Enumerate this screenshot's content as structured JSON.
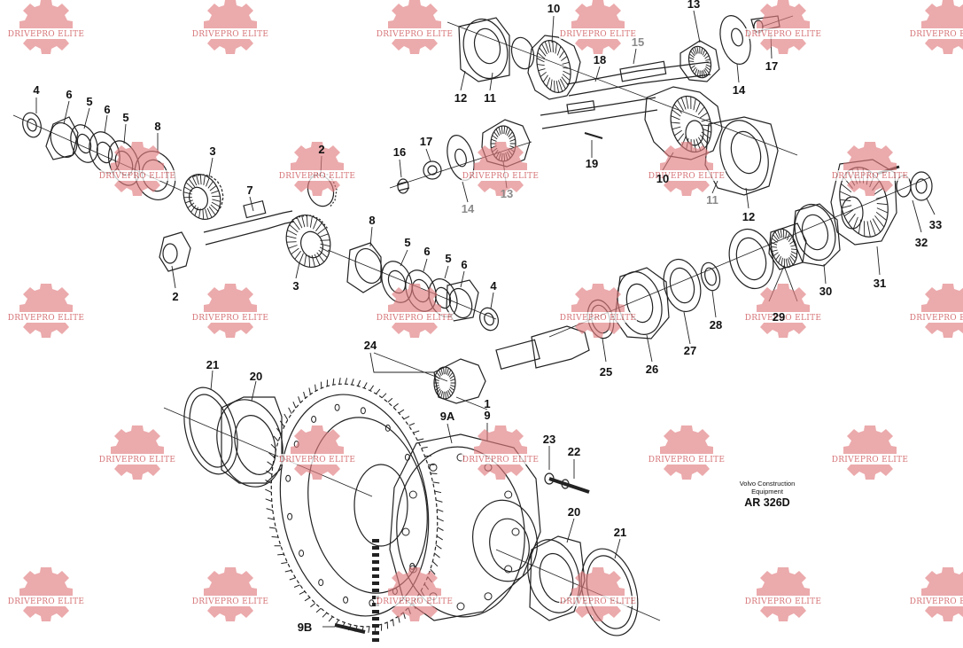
{
  "watermark_text": "DRIVEPRO ELITE",
  "watermark_color": "#e07a7c",
  "credit": {
    "line1": "Volvo Construction",
    "line2": "Equipment",
    "code": "AR 326D"
  },
  "labels": [
    {
      "id": "4a",
      "text": "4"
    },
    {
      "id": "6a",
      "text": "6"
    },
    {
      "id": "5a",
      "text": "5"
    },
    {
      "id": "6b",
      "text": "6"
    },
    {
      "id": "5b",
      "text": "5"
    },
    {
      "id": "8a",
      "text": "8"
    },
    {
      "id": "3a",
      "text": "3"
    },
    {
      "id": "2a",
      "text": "2"
    },
    {
      "id": "7",
      "text": "7"
    },
    {
      "id": "2b",
      "text": "2"
    },
    {
      "id": "8b",
      "text": "8"
    },
    {
      "id": "3b",
      "text": "3"
    },
    {
      "id": "5c",
      "text": "5"
    },
    {
      "id": "6c",
      "text": "6"
    },
    {
      "id": "5d",
      "text": "5"
    },
    {
      "id": "6d",
      "text": "6"
    },
    {
      "id": "4b",
      "text": "4"
    },
    {
      "id": "12a",
      "text": "12"
    },
    {
      "id": "11a",
      "text": "11"
    },
    {
      "id": "10a",
      "text": "10"
    },
    {
      "id": "18",
      "text": "18"
    },
    {
      "id": "15",
      "text": "15"
    },
    {
      "id": "13a",
      "text": "13"
    },
    {
      "id": "14a",
      "text": "14"
    },
    {
      "id": "17a",
      "text": "17"
    },
    {
      "id": "16",
      "text": "16"
    },
    {
      "id": "17b",
      "text": "17"
    },
    {
      "id": "14b",
      "text": "14"
    },
    {
      "id": "13b",
      "text": "13"
    },
    {
      "id": "19",
      "text": "19"
    },
    {
      "id": "10b",
      "text": "10"
    },
    {
      "id": "11b",
      "text": "11"
    },
    {
      "id": "12b",
      "text": "12"
    },
    {
      "id": "33",
      "text": "33"
    },
    {
      "id": "32",
      "text": "32"
    },
    {
      "id": "31",
      "text": "31"
    },
    {
      "id": "30",
      "text": "30"
    },
    {
      "id": "29",
      "text": "29"
    },
    {
      "id": "28",
      "text": "28"
    },
    {
      "id": "27",
      "text": "27"
    },
    {
      "id": "26",
      "text": "26"
    },
    {
      "id": "25",
      "text": "25"
    },
    {
      "id": "24",
      "text": "24"
    },
    {
      "id": "21a",
      "text": "21"
    },
    {
      "id": "20a",
      "text": "20"
    },
    {
      "id": "1",
      "text": "1"
    },
    {
      "id": "9A",
      "text": "9A"
    },
    {
      "id": "9",
      "text": "9"
    },
    {
      "id": "23",
      "text": "23"
    },
    {
      "id": "22",
      "text": "22"
    },
    {
      "id": "20b",
      "text": "20"
    },
    {
      "id": "21b",
      "text": "21"
    },
    {
      "id": "9B",
      "text": "9B"
    }
  ]
}
